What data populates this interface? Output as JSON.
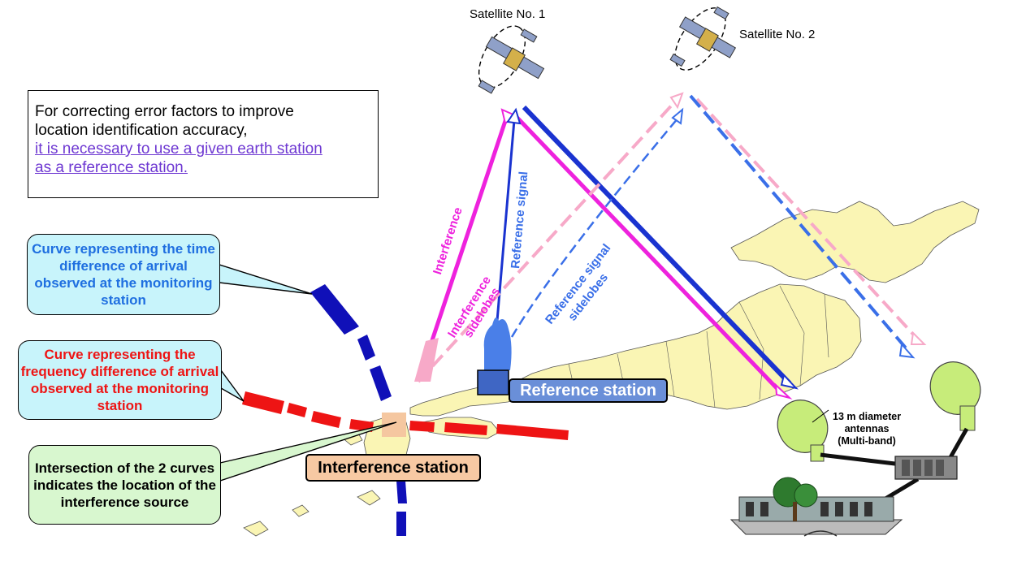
{
  "satellites": [
    {
      "label": "Satellite No. 1"
    },
    {
      "label": "Satellite No. 2"
    }
  ],
  "note": {
    "line1": "For correcting error factors to improve",
    "line2": "location identification accuracy,",
    "line3": "it is necessary to use a given earth station",
    "line4": "as a reference station."
  },
  "callouts": {
    "time_curve": "Curve representing the time difference of arrival observed at the monitoring station",
    "frequency_curve": "Curve representing the frequency difference of arrival observed at the monitoring station",
    "intersection": "Intersection of the 2 curves indicates the location of the interference source"
  },
  "signals": {
    "interference": "Interference",
    "interference_sidelobes_1": "Interference",
    "interference_sidelobes_2": "sidelobes",
    "reference": "Reference signal",
    "reference_sidelobes_1": "Reference signal",
    "reference_sidelobes_2": "sidelobes"
  },
  "stations": {
    "reference": "Reference station",
    "interference": "Interference station"
  },
  "antennas": {
    "line1": "13 m diameter",
    "line2": "antennas",
    "line3": "(Multi-band)"
  },
  "colors": {
    "interference": "#ee22dd",
    "interference_sidelobes": "#f7a9c8",
    "reference": "#1a33d0",
    "reference_sidelobes": "#3a6fe8",
    "land": "#faf5b4",
    "time_curve": "#1010b8",
    "frequency_curve": "#ee1414"
  }
}
